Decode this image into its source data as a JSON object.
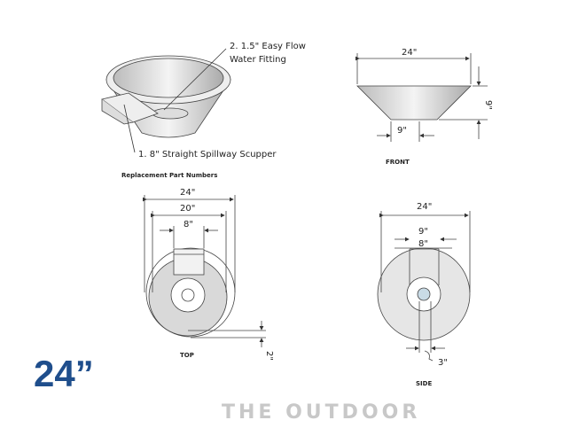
{
  "size_label": "24”",
  "watermark": "THE OUTDOOR",
  "callouts": {
    "fitting_line1": "2. 1.5\" Easy Flow",
    "fitting_line2": "Water Fitting",
    "scupper": "1. 8\" Straight Spillway Scupper",
    "heading": "Replacement Part Numbers"
  },
  "front_view": {
    "label": "FRONT",
    "width": "24\"",
    "height": "9\"",
    "base": "9\""
  },
  "top_view": {
    "label": "TOP",
    "outer": "24\"",
    "inner": "20\"",
    "scupper": "8\"",
    "lip": "2\""
  },
  "side_view": {
    "label": "SIDE",
    "outer": "24\"",
    "scupper_outer": "9\"",
    "scupper_inner": "8\"",
    "fitting": "3\""
  },
  "colors": {
    "accent": "#1f4e8c",
    "fitting": "#c9dbe6"
  }
}
